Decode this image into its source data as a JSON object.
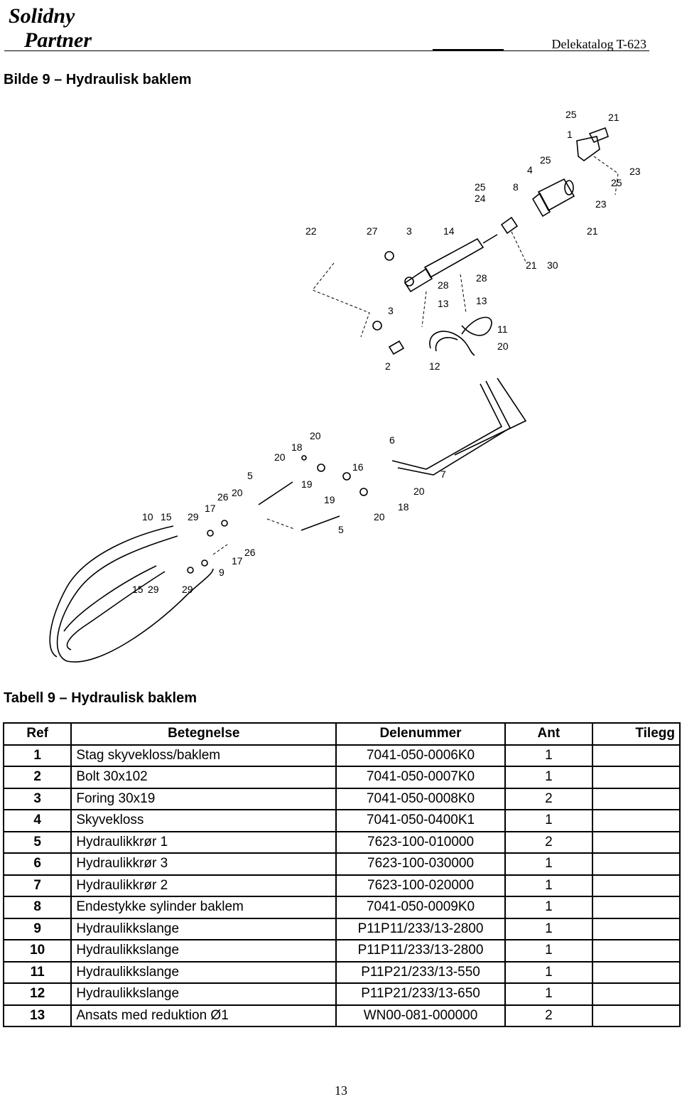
{
  "header": {
    "logo_line1": "Solidny",
    "logo_line2": "Partner",
    "catalog_label": "Delekatalog T-623"
  },
  "figure": {
    "title": "Bilde 9 – Hydraulisk baklem",
    "callouts": [
      "25",
      "21",
      "1",
      "23",
      "25",
      "4",
      "25",
      "23",
      "25",
      "24",
      "8",
      "21",
      "22",
      "27",
      "3",
      "14",
      "21",
      "30",
      "28",
      "28",
      "13",
      "13",
      "3",
      "11",
      "20",
      "2",
      "12",
      "20",
      "18",
      "6",
      "20",
      "16",
      "5",
      "7",
      "19",
      "20",
      "26",
      "20",
      "19",
      "18",
      "10",
      "15",
      "29",
      "17",
      "5",
      "20",
      "26",
      "17",
      "9",
      "15",
      "29"
    ]
  },
  "table": {
    "title": "Tabell 9 – Hydraulisk baklem",
    "columns": [
      "Ref",
      "Betegnelse",
      "Delenummer",
      "Ant",
      "Tilegg"
    ],
    "rows": [
      {
        "ref": "1",
        "betegnelse": "Stag skyvekloss/baklem",
        "delenummer": "7041-050-0006K0",
        "ant": "1",
        "tilegg": ""
      },
      {
        "ref": "2",
        "betegnelse": "Bolt 30x102",
        "delenummer": "7041-050-0007K0",
        "ant": "1",
        "tilegg": ""
      },
      {
        "ref": "3",
        "betegnelse": "Foring 30x19",
        "delenummer": "7041-050-0008K0",
        "ant": "2",
        "tilegg": ""
      },
      {
        "ref": "4",
        "betegnelse": "Skyvekloss",
        "delenummer": "7041-050-0400K1",
        "ant": "1",
        "tilegg": ""
      },
      {
        "ref": "5",
        "betegnelse": "Hydraulikkrør 1",
        "delenummer": "7623-100-010000",
        "ant": "2",
        "tilegg": ""
      },
      {
        "ref": "6",
        "betegnelse": "Hydraulikkrør 3",
        "delenummer": "7623-100-030000",
        "ant": "1",
        "tilegg": ""
      },
      {
        "ref": "7",
        "betegnelse": "Hydraulikkrør 2",
        "delenummer": "7623-100-020000",
        "ant": "1",
        "tilegg": ""
      },
      {
        "ref": "8",
        "betegnelse": "Endestykke sylinder baklem",
        "delenummer": "7041-050-0009K0",
        "ant": "1",
        "tilegg": ""
      },
      {
        "ref": "9",
        "betegnelse": "Hydraulikkslange",
        "delenummer": "P11P11/233/13-2800",
        "ant": "1",
        "tilegg": ""
      },
      {
        "ref": "10",
        "betegnelse": "Hydraulikkslange",
        "delenummer": "P11P11/233/13-2800",
        "ant": "1",
        "tilegg": ""
      },
      {
        "ref": "11",
        "betegnelse": "Hydraulikkslange",
        "delenummer": "P11P21/233/13-550",
        "ant": "1",
        "tilegg": ""
      },
      {
        "ref": "12",
        "betegnelse": "Hydraulikkslange",
        "delenummer": "P11P21/233/13-650",
        "ant": "1",
        "tilegg": ""
      },
      {
        "ref": "13",
        "betegnelse": "Ansats med reduktion Ø1",
        "delenummer": "WN00-081-000000",
        "ant": "2",
        "tilegg": ""
      }
    ]
  },
  "footer": {
    "page_number": "13"
  }
}
